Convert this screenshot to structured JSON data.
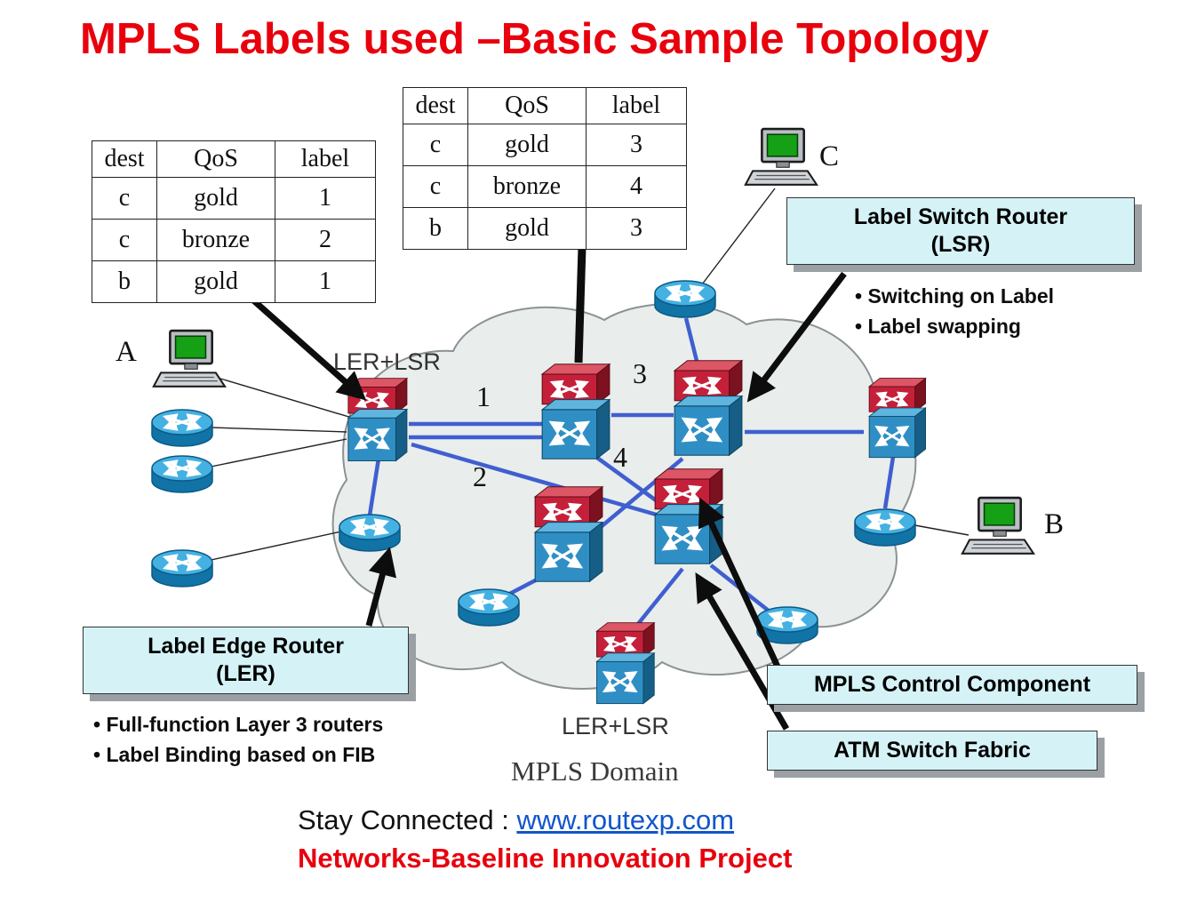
{
  "title": "MPLS Labels used –Basic Sample Topology",
  "tables": {
    "left": {
      "headers": [
        "dest",
        "QoS",
        "label"
      ],
      "rows": [
        [
          "c",
          "gold",
          "1"
        ],
        [
          "c",
          "bronze",
          "2"
        ],
        [
          "b",
          "gold",
          "1"
        ]
      ]
    },
    "middle": {
      "headers": [
        "dest",
        "QoS",
        "label"
      ],
      "rows": [
        [
          "c",
          "gold",
          "3"
        ],
        [
          "c",
          "bronze",
          "4"
        ],
        [
          "b",
          "gold",
          "3"
        ]
      ]
    }
  },
  "hosts": {
    "a": "A",
    "b": "B",
    "c": "C"
  },
  "diagram_labels": {
    "ler_lsr_top": "LER+LSR",
    "ler_lsr_bottom": "LER+LSR",
    "mpls_domain": "MPLS Domain",
    "link1": "1",
    "link2": "2",
    "link3": "3",
    "link4": "4"
  },
  "callouts": {
    "lsr": {
      "title_line1": "Label Switch Router",
      "title_line2": "(LSR)",
      "bullets": [
        "• Switching on Label",
        "• Label swapping"
      ]
    },
    "ler": {
      "title_line1": "Label Edge Router",
      "title_line2": "(LER)",
      "bullets": [
        "• Full-function Layer 3 routers",
        "• Label Binding based on FIB"
      ]
    },
    "mpls_control": "MPLS Control Component",
    "atm_fabric": "ATM Switch Fabric"
  },
  "footer": {
    "prefix": "Stay Connected : ",
    "link": "www.routexp.com",
    "project": "Networks-Baseline Innovation Project"
  },
  "icons": {
    "router": "router-icon",
    "lsr_switch": "lsr-switch-icon",
    "computer": "computer-icon"
  },
  "colors": {
    "title_red": "#e8000d",
    "callout_bg": "#d5f3f7",
    "link_blue": "#3f5fd0",
    "hyperlink": "#1155cc",
    "cloud_fill": "#e9edec"
  }
}
